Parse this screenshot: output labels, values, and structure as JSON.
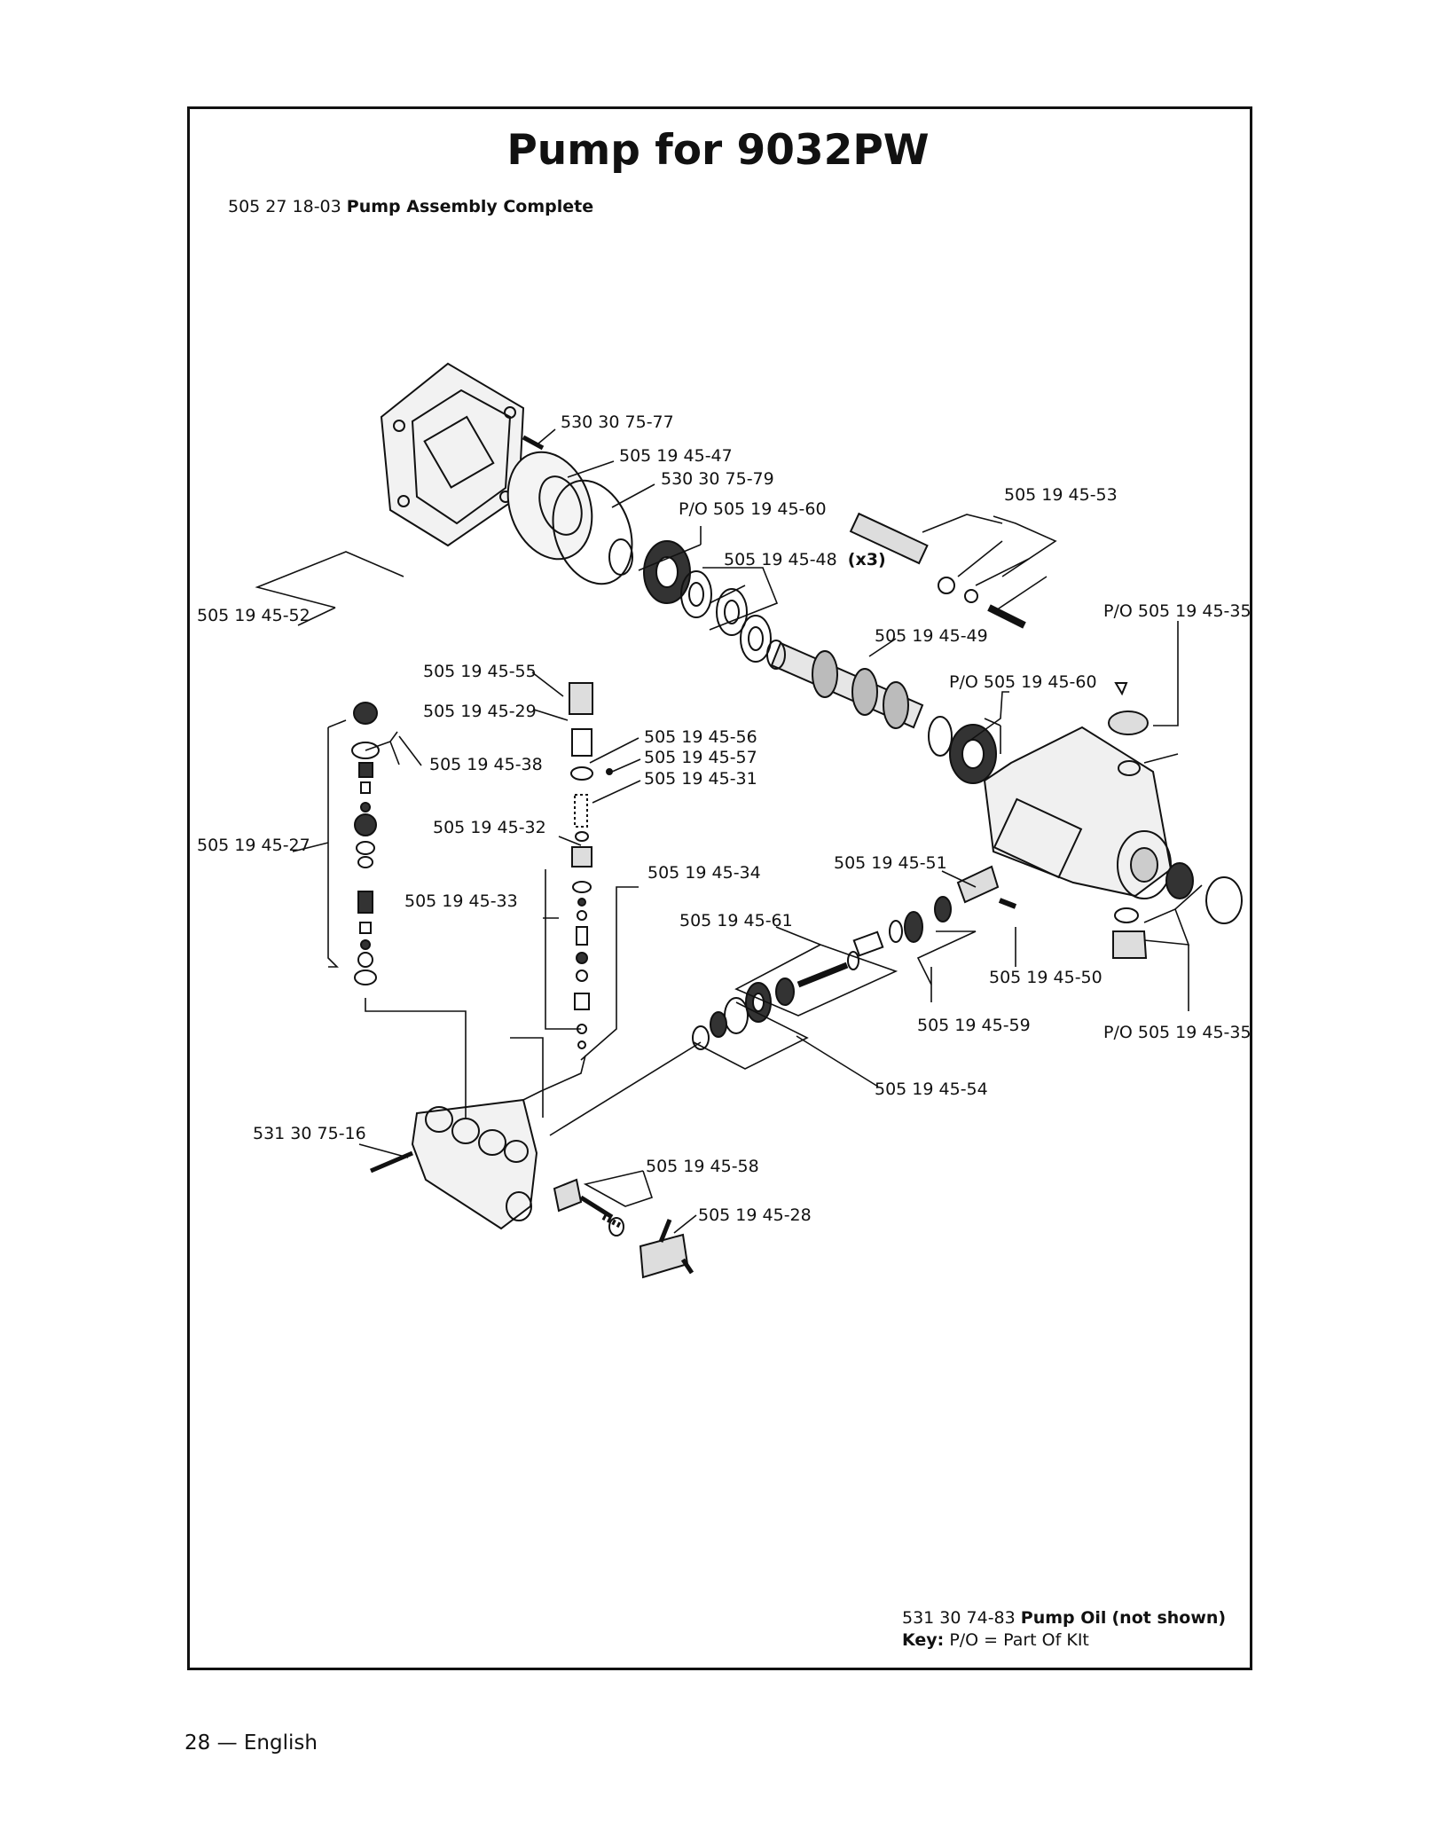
{
  "title": "Pump for 9032PW",
  "assembly": {
    "part_number": "505 27 18-03",
    "name": "Pump Assembly Complete"
  },
  "callouts": [
    {
      "id": "c1",
      "text": "530 30 75-77"
    },
    {
      "id": "c2",
      "text": "505 19 45-47"
    },
    {
      "id": "c3",
      "text": "530 30 75-79"
    },
    {
      "id": "c4",
      "text": "P/O 505 19 45-60"
    },
    {
      "id": "c5",
      "text": "505 19 45-53"
    },
    {
      "id": "c6",
      "text": "505 19 45-48",
      "suffix": "(x3)"
    },
    {
      "id": "c7",
      "text": "505 19 45-52"
    },
    {
      "id": "c8",
      "text": "P/O 505 19 45-35"
    },
    {
      "id": "c9",
      "text": "505 19 45-49"
    },
    {
      "id": "c10",
      "text": "505 19 45-55"
    },
    {
      "id": "c11",
      "text": "P/O 505 19 45-60"
    },
    {
      "id": "c12",
      "text": "505 19 45-29"
    },
    {
      "id": "c13",
      "text": "505 19 45-56"
    },
    {
      "id": "c14",
      "text": "505 19 45-57"
    },
    {
      "id": "c15",
      "text": "505 19 45-38"
    },
    {
      "id": "c16",
      "text": "505 19 45-31"
    },
    {
      "id": "c17",
      "text": "505 19 45-32"
    },
    {
      "id": "c18",
      "text": "505 19 45-27"
    },
    {
      "id": "c19",
      "text": "505 19 45-51"
    },
    {
      "id": "c20",
      "text": "505 19 45-34"
    },
    {
      "id": "c21",
      "text": "505 19 45-33"
    },
    {
      "id": "c22",
      "text": "505 19 45-61"
    },
    {
      "id": "c23",
      "text": "505 19 45-50"
    },
    {
      "id": "c24",
      "text": "505 19 45-59"
    },
    {
      "id": "c25",
      "text": "P/O 505 19 45-35"
    },
    {
      "id": "c26",
      "text": "505 19 45-54"
    },
    {
      "id": "c27",
      "text": "531 30 75-16"
    },
    {
      "id": "c28",
      "text": "505 19 45-58"
    },
    {
      "id": "c29",
      "text": "505 19 45-28"
    }
  ],
  "notes": {
    "oil_part_number": "531 30 74-83",
    "oil_name": "Pump Oil",
    "oil_note": "(not shown)",
    "key_label": "Key:",
    "key_text": "P/O = Part Of KIt"
  },
  "footer": "28 — English"
}
